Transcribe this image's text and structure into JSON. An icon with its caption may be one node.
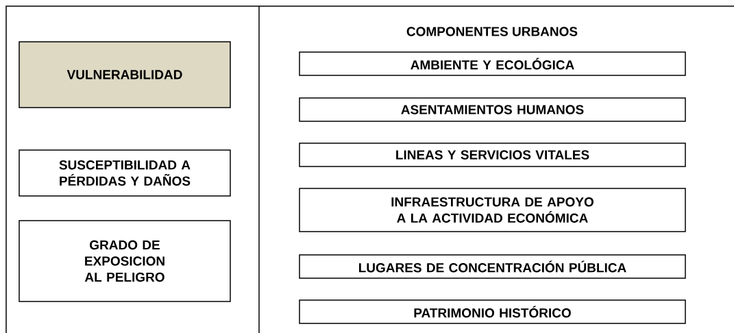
{
  "diagram": {
    "nodes": [
      {
        "text": [
          "VULNERABILIDAD"
        ]
      },
      {
        "text": [
          "SUSCEPTIBILIDAD A PÉRDIDAS Y DAÑOS"
        ]
      },
      {
        "text": [
          "GRADO DE EXPOSICION AL PELIGRO"
        ]
      },
      {
        "text": [
          "AMBIENTE Y ECOLÓGICA"
        ]
      },
      {
        "text": [
          "ASENTAMIENTOS HUMANOS"
        ]
      },
      {
        "text": [
          "LINEAS Y SERVICIOS VITALES"
        ]
      },
      {
        "text": [
          "INFRAESTRUCTURA DE APOYO A LA ACTIVIDAD ECONÓMICA"
        ]
      },
      {
        "text": [
          "LUGARES DE CONCENTRACIÓN PÚBLICA"
        ]
      },
      {
        "text": [
          "PATRIMONIO HISTÓRICO"
        ]
      }
    ],
    "labels": [
      "COMPONENTES URBANOS"
    ]
  }
}
